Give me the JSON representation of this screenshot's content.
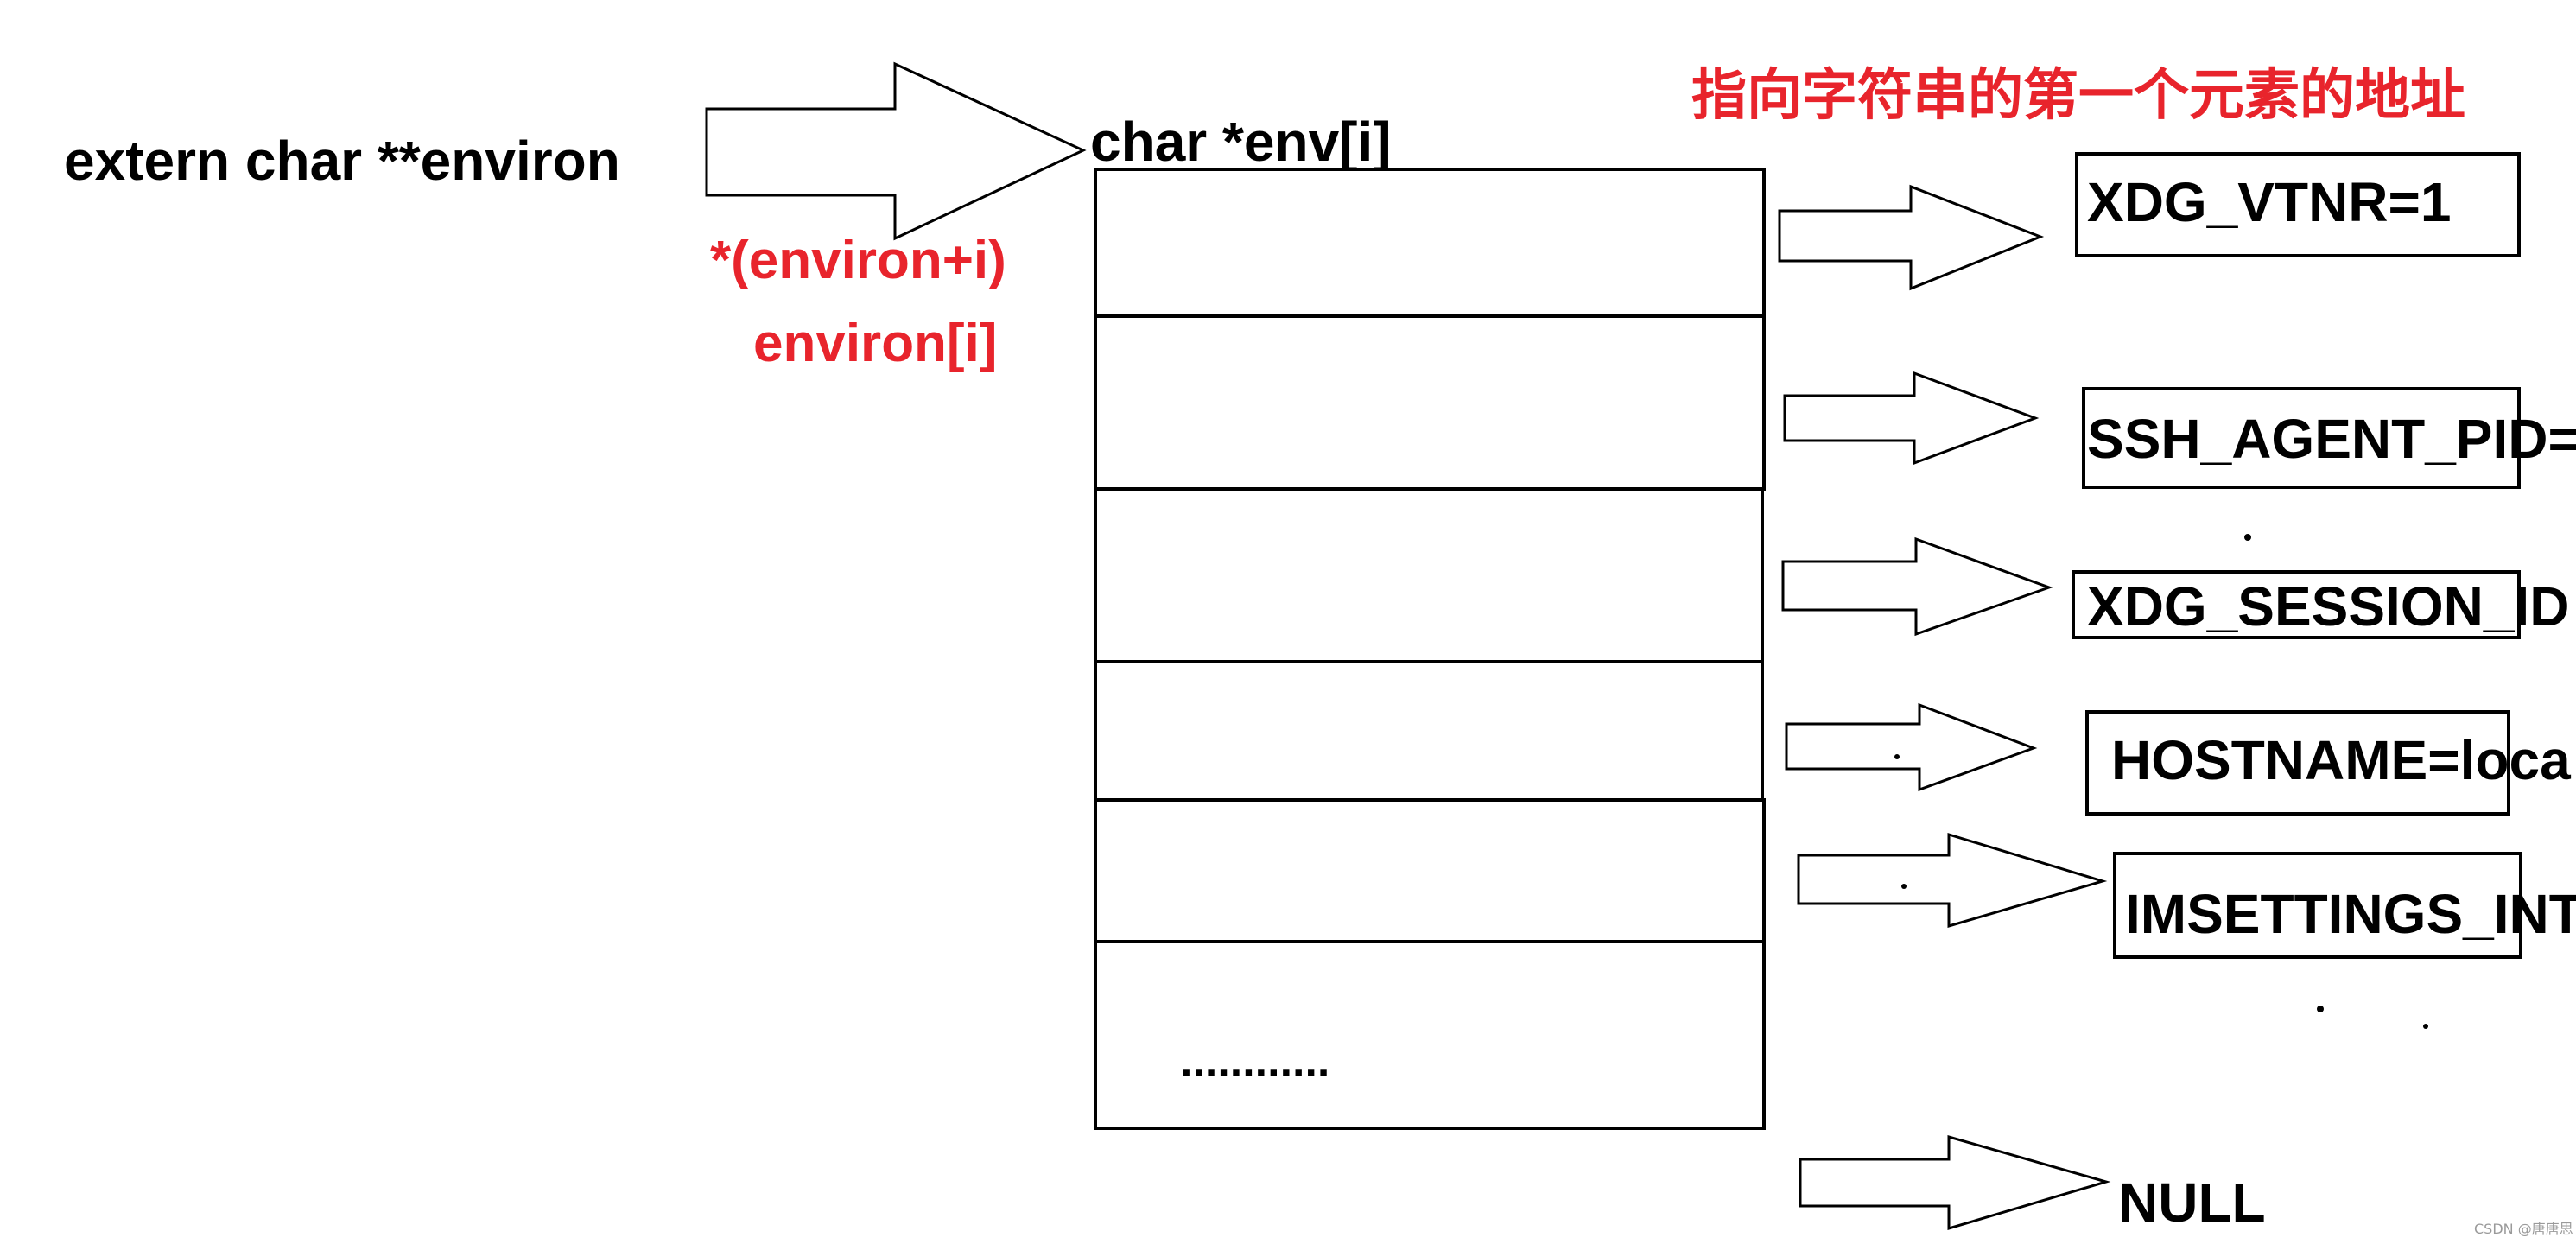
{
  "pointer_decl": "extern char **environ",
  "array_label": "char *env[i]",
  "index_expr_1": "*(environ+i)",
  "index_expr_2": "environ[i]",
  "top_annotation": "指向字符串的第一个元素的地址",
  "ellipsis": "............",
  "strings": [
    "XDG_VTNR=1",
    "SSH_AGENT_PID=",
    "XDG_SESSION_ID",
    "HOSTNAME=loca",
    "IMSETTINGS_INT"
  ],
  "terminator": "NULL",
  "watermark": "CSDN @唐唐思",
  "colors": {
    "accent": "#e8242c",
    "ink": "#000000",
    "background": "#ffffff"
  }
}
